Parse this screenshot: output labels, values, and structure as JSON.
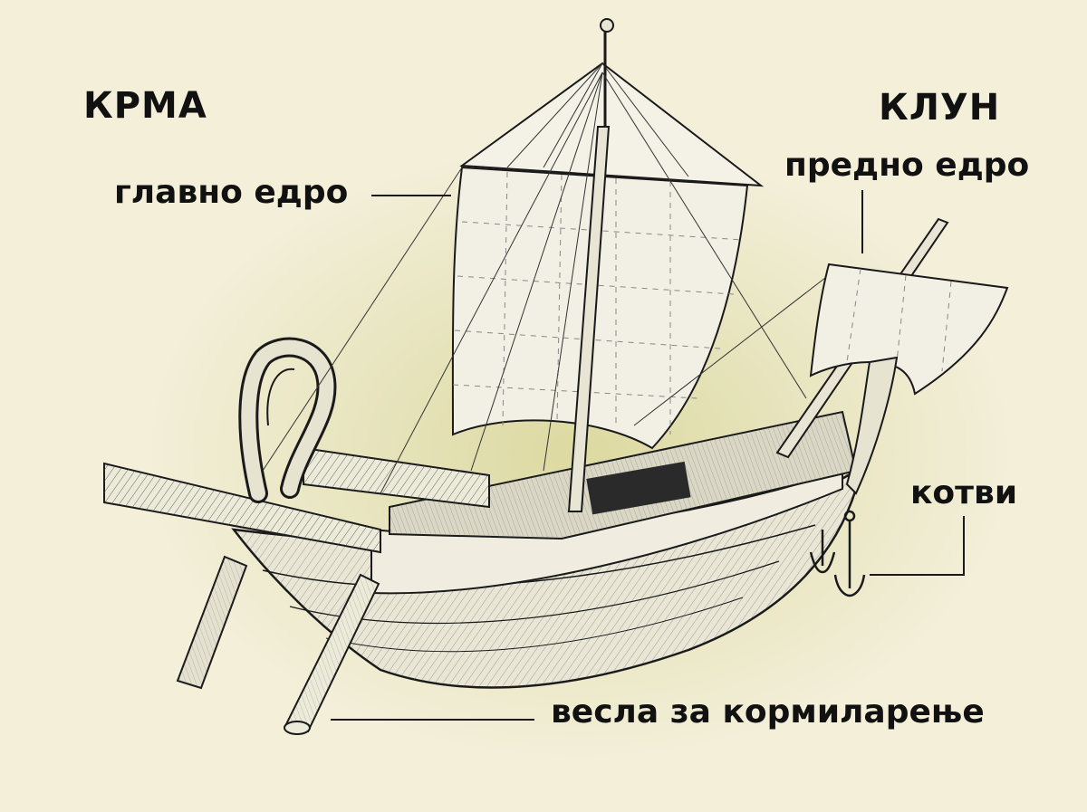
{
  "labels": {
    "stern": "КРМА",
    "bow": "КЛУН",
    "main_sail": "главно едро",
    "fore_sail": "предно едро",
    "anchors": "котви",
    "steering_oars": "весла за кормиларење"
  },
  "colors": {
    "background": "#f3efd9",
    "glow": "#dcd9a0",
    "ink": "#1a1a1a",
    "sail": "#f2efe4",
    "hull": "#e9e6d6"
  }
}
